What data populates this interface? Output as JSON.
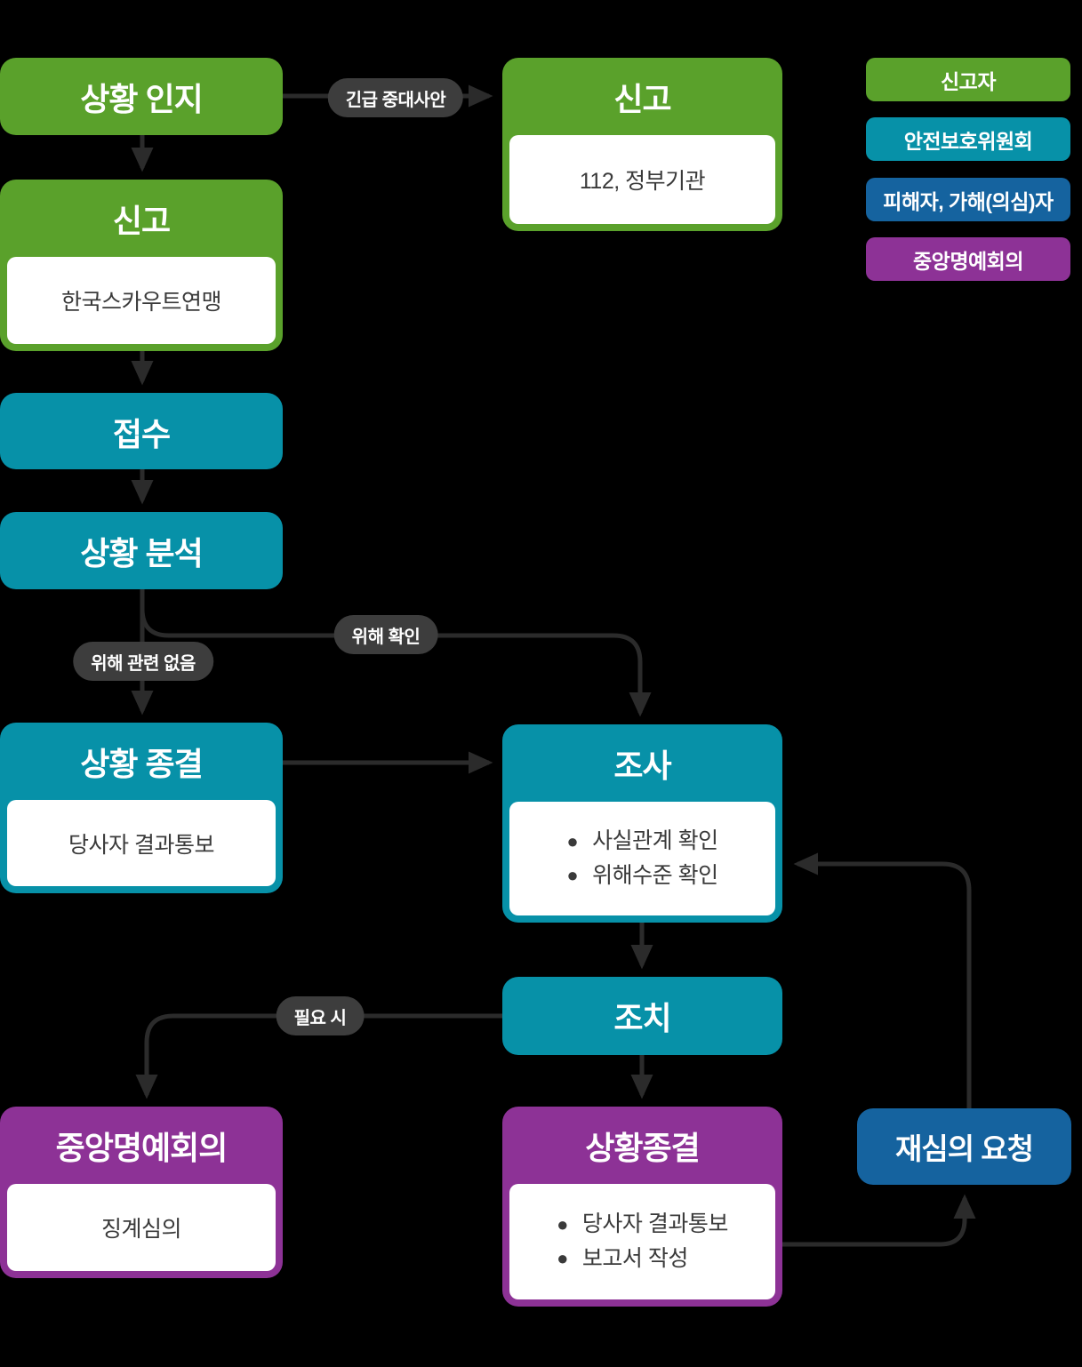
{
  "diagram": {
    "name": "safety-incident-report-process-flowchart",
    "colors": {
      "background": "#000000",
      "green": "#5aa12b",
      "teal": "#0791a8",
      "blue": "#15639f",
      "purple": "#8d3296",
      "pill_background": "#3d3d3d",
      "connector_line": "#2b2b2b",
      "body_text": "#3a3a3a",
      "title_text": "#ffffff"
    },
    "nodes": [
      {
        "id": "situation-recognition",
        "title": "상황 인지"
      },
      {
        "id": "report-external",
        "title": "신고",
        "body": "112, 정부기관"
      },
      {
        "id": "report-ksa",
        "title": "신고",
        "body": "한국스카우트연맹"
      },
      {
        "id": "receipt",
        "title": "접수"
      },
      {
        "id": "situation-analysis",
        "title": "상황 분석"
      },
      {
        "id": "case-close",
        "title": "상황 종결",
        "body": "당사자 결과통보"
      },
      {
        "id": "investigation",
        "title": "조사",
        "items": [
          "사실관계 확인",
          "위해수준 확인"
        ]
      },
      {
        "id": "action",
        "title": "조치"
      },
      {
        "id": "central-honor-council",
        "title": "중앙명예회의",
        "body": "징계심의"
      },
      {
        "id": "final-case-close",
        "title": "상황종결",
        "items": [
          "당사자 결과통보",
          "보고서 작성"
        ]
      },
      {
        "id": "reexamination-request",
        "title": "재심의 요청"
      }
    ],
    "edge_labels": {
      "urgent_case": "긴급 중대사안",
      "harm_confirmed": "위해 확인",
      "no_harm": "위해 관련 없음",
      "if_needed": "필요 시"
    },
    "legend": [
      {
        "label": "신고자",
        "color": "green"
      },
      {
        "label": "안전보호위원회",
        "color": "teal"
      },
      {
        "label": "피해자, 가해(의심)자",
        "color": "blue"
      },
      {
        "label": "중앙명예회의",
        "color": "purple"
      }
    ]
  }
}
